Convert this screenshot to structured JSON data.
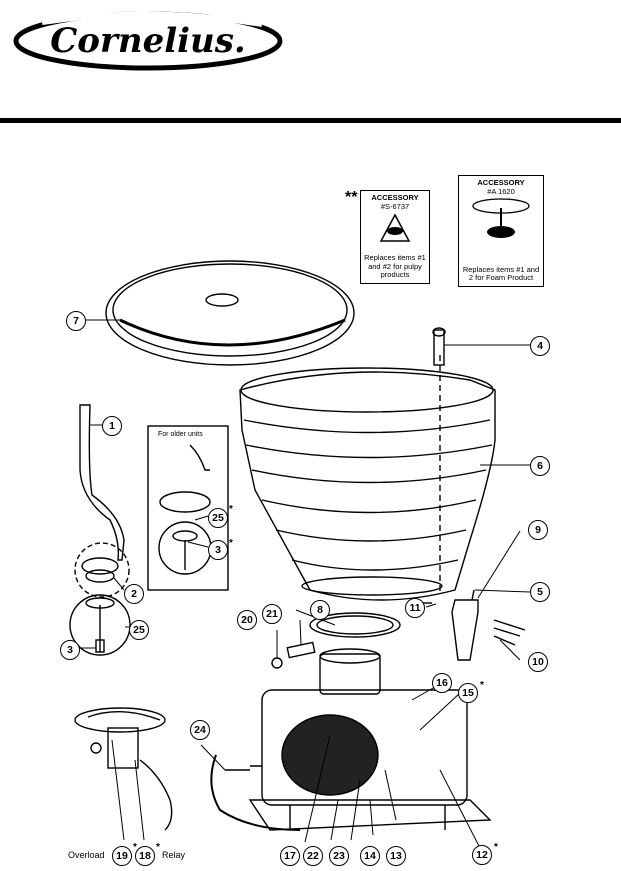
{
  "brand": {
    "logo_text": "Cornelius."
  },
  "accessory_left": {
    "title": "ACCESSORY",
    "part_number": "#S-6737",
    "marker": "**",
    "replaces_text": "Replaces items #1 and #2 for pulpy products"
  },
  "accessory_right": {
    "title": "ACCESSORY",
    "part_number": "#A 1620",
    "replaces_text": "Replaces items #1 and 2 for Foam Product"
  },
  "older_units_label": "For older units",
  "overload_label": "Overload",
  "relay_label": "Relay",
  "callouts": [
    {
      "id": "c1",
      "num": "1"
    },
    {
      "id": "c2",
      "num": "2"
    },
    {
      "id": "c3",
      "num": "3"
    },
    {
      "id": "c3b",
      "num": "3"
    },
    {
      "id": "c4",
      "num": "4"
    },
    {
      "id": "c5",
      "num": "5"
    },
    {
      "id": "c6",
      "num": "6"
    },
    {
      "id": "c7",
      "num": "7"
    },
    {
      "id": "c8",
      "num": "8"
    },
    {
      "id": "c9",
      "num": "9"
    },
    {
      "id": "c10",
      "num": "10"
    },
    {
      "id": "c11",
      "num": "11"
    },
    {
      "id": "c12",
      "num": "12"
    },
    {
      "id": "c13",
      "num": "13"
    },
    {
      "id": "c14",
      "num": "14"
    },
    {
      "id": "c15",
      "num": "15"
    },
    {
      "id": "c16",
      "num": "16"
    },
    {
      "id": "c17",
      "num": "17"
    },
    {
      "id": "c18",
      "num": "18"
    },
    {
      "id": "c19",
      "num": "19"
    },
    {
      "id": "c20",
      "num": "20"
    },
    {
      "id": "c21",
      "num": "21"
    },
    {
      "id": "c22",
      "num": "22"
    },
    {
      "id": "c23",
      "num": "23"
    },
    {
      "id": "c24",
      "num": "24"
    },
    {
      "id": "c25",
      "num": "25"
    },
    {
      "id": "c25b",
      "num": "25"
    }
  ]
}
